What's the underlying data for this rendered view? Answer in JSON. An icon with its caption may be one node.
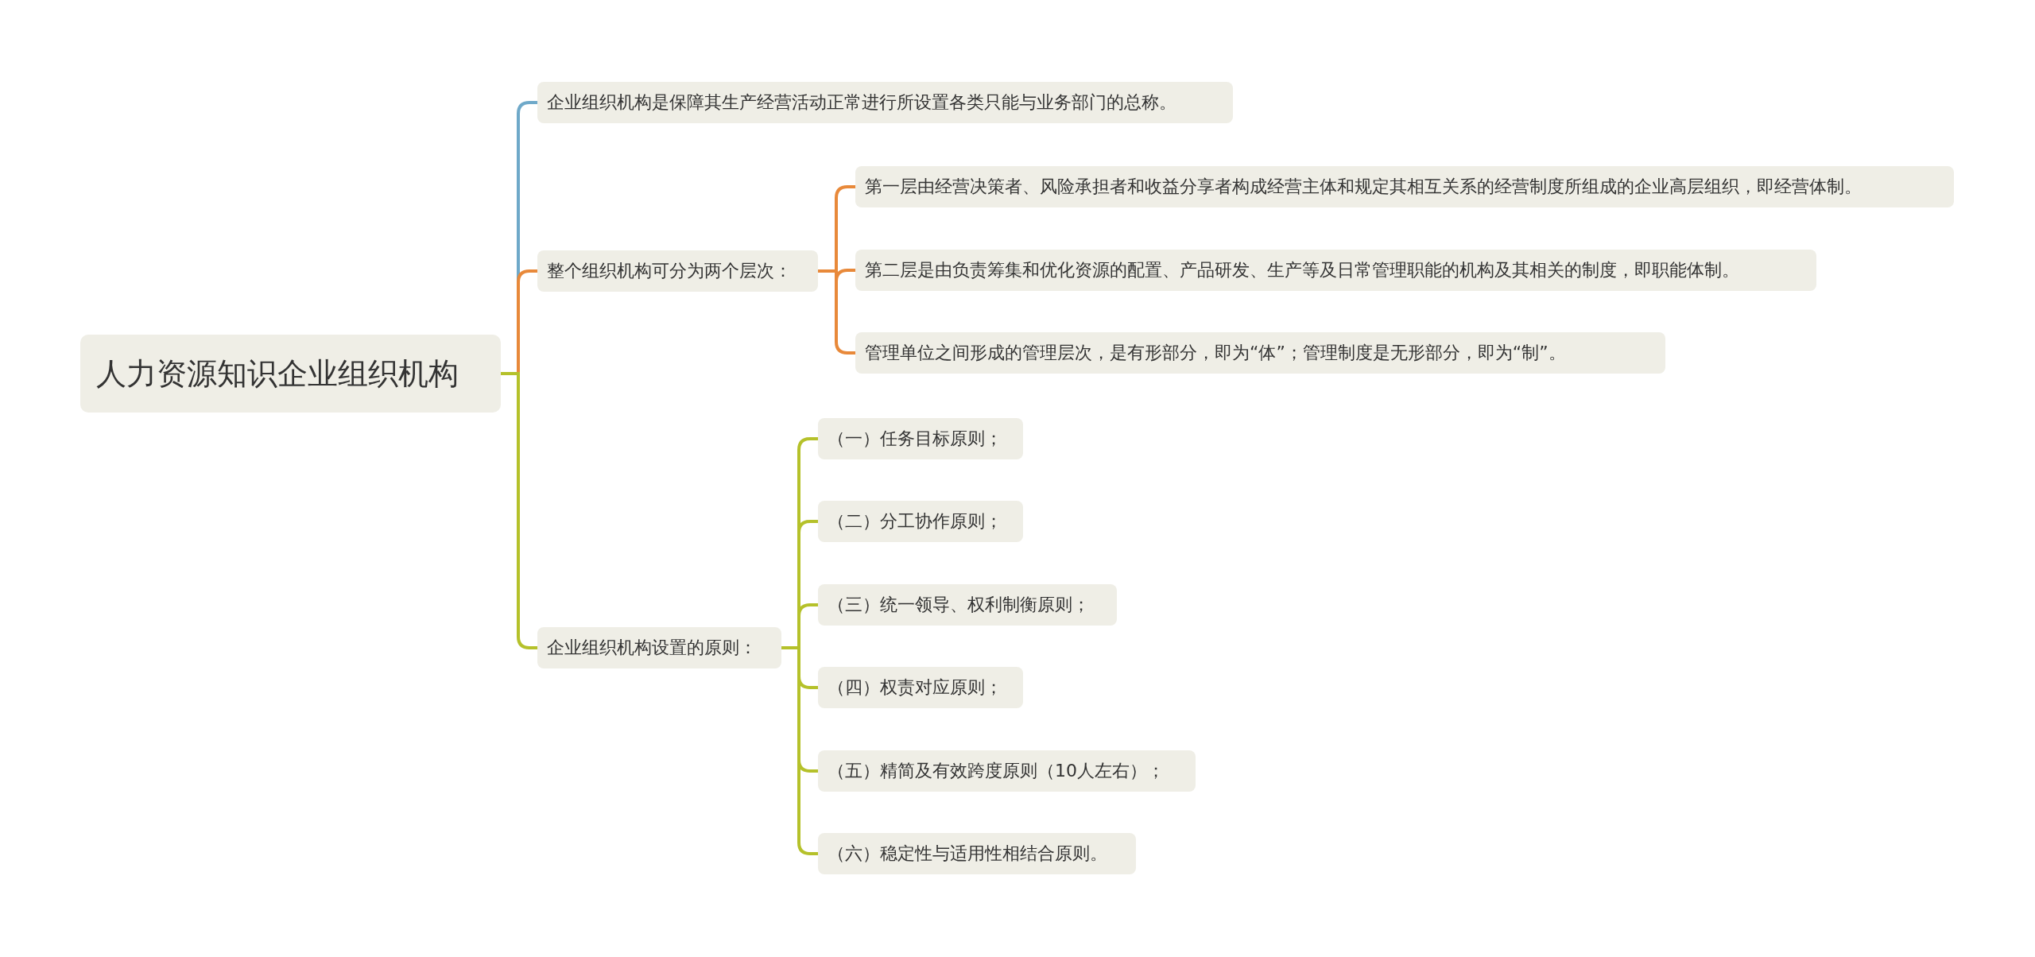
{
  "diagram": {
    "nodes": [
      {
        "text": [
          "人力资源知识企业组织机构"
        ]
      },
      {
        "text": [
          "企业组织机构是保障其生产经营活动正常进行所设置各类只能与业务部门的总称。"
        ]
      },
      {
        "text": [
          "整个组织机构可分为两个层次："
        ]
      },
      {
        "text": [
          "第一层由经营决策者、风险承担者和收益分享者构成经营主体和规定其相互关系的经营制度所组成的企业高层组织，即经营体制。"
        ]
      },
      {
        "text": [
          "第二层是由负责筹集和优化资源的配置、产品研发、生产等及日常管理职能的机构及其相关的制度，即职能体制。"
        ]
      },
      {
        "text": [
          "管理单位之间形成的管理层次，是有形部分，即为“体”；管理制度是无形部分，即为“制”。"
        ]
      },
      {
        "text": [
          "企业组织机构设置的原则："
        ]
      },
      {
        "text": [
          "（一）任务目标原则；"
        ]
      },
      {
        "text": [
          "（二）分工协作原则；"
        ]
      },
      {
        "text": [
          "（三）统一领导、权利制衡原则；"
        ]
      },
      {
        "text": [
          "（四）权责对应原则；"
        ]
      },
      {
        "text": [
          "（五）精简及有效跨度原则（10人左右）；"
        ]
      },
      {
        "text": [
          "（六）稳定性与适用性相结合原则。"
        ]
      }
    ],
    "edges": [
      {
        "from": 0,
        "to": 1,
        "arrow": "none",
        "color": "#6fa9c9"
      },
      {
        "from": 0,
        "to": 2,
        "arrow": "none",
        "color": "#e8893a"
      },
      {
        "from": 0,
        "to": 6,
        "arrow": "none"
      },
      {
        "from": 2,
        "to": 3,
        "arrow": "none",
        "color": "#e8893a"
      },
      {
        "from": 2,
        "to": 4,
        "arrow": "none",
        "color": "#e8893a"
      },
      {
        "from": 2,
        "to": 5,
        "arrow": "none",
        "color": "#e8893a"
      },
      {
        "from": 6,
        "to": 7,
        "arrow": "none"
      },
      {
        "from": 6,
        "to": 8,
        "arrow": "none"
      },
      {
        "from": 6,
        "to": 9,
        "arrow": "none"
      },
      {
        "from": 6,
        "to": 10,
        "arrow": "none"
      },
      {
        "from": 6,
        "to": 11,
        "arrow": "none"
      },
      {
        "from": 6,
        "to": 12,
        "arrow": "none"
      }
    ]
  }
}
